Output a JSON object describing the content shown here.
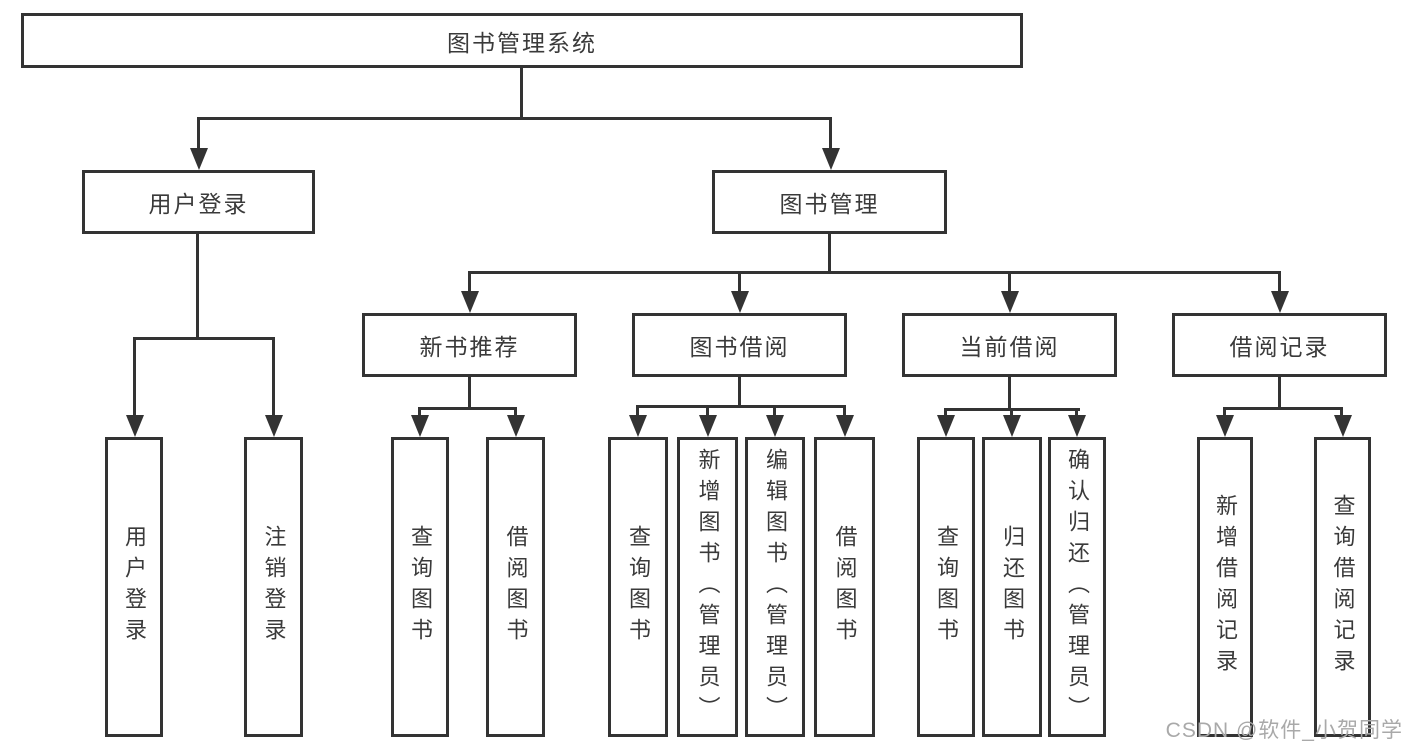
{
  "colors": {
    "line": "#333333",
    "box_background": "#ffffff",
    "text": "#3a3a3a",
    "watermark": "#a9a9a9"
  },
  "diagram": {
    "root": {
      "label": "图书管理系统",
      "children": [
        {
          "label": "用户登录",
          "children": [
            {
              "label": "用户登录"
            },
            {
              "label": "注销登录"
            }
          ]
        },
        {
          "label": "图书管理",
          "children": [
            {
              "label": "新书推荐",
              "children": [
                {
                  "label": "查询图书"
                },
                {
                  "label": "借阅图书"
                }
              ]
            },
            {
              "label": "图书借阅",
              "children": [
                {
                  "label": "查询图书"
                },
                {
                  "label": "新增图书（管理员）"
                },
                {
                  "label": "编辑图书（管理员）"
                },
                {
                  "label": "借阅图书"
                }
              ]
            },
            {
              "label": "当前借阅",
              "children": [
                {
                  "label": "查询图书"
                },
                {
                  "label": "归还图书"
                },
                {
                  "label": "确认归还（管理员）"
                }
              ]
            },
            {
              "label": "借阅记录",
              "children": [
                {
                  "label": "新增借阅记录"
                },
                {
                  "label": "查询借阅记录"
                }
              ]
            }
          ]
        }
      ]
    }
  },
  "watermark": {
    "text": "CSDN @软件_小贺同学"
  }
}
